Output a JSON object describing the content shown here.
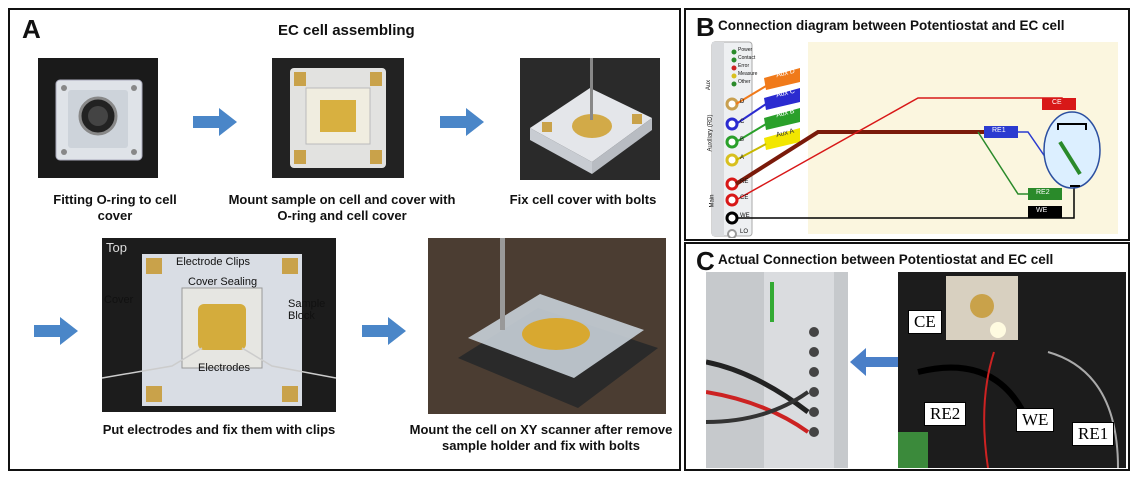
{
  "panel_a": {
    "letter": "A",
    "title": "EC cell assembling",
    "steps": [
      {
        "caption": "Fitting O-ring to cell cover"
      },
      {
        "caption": "Mount sample on cell and cover with O-ring and cell cover"
      },
      {
        "caption": "Fix cell cover with bolts"
      },
      {
        "caption": "Put electrodes and fix them with clips"
      },
      {
        "caption": "Mount the cell on XY scanner after remove sample holder and fix with bolts"
      }
    ],
    "annotations": {
      "top": "Top",
      "electrode_clips": "Electrode Clips",
      "cover_sealing": "Cover Sealing",
      "cover": "Cover",
      "sample_block": "Sample Block",
      "electrodes": "Electrodes"
    }
  },
  "panel_b": {
    "letter": "B",
    "title": "Connection diagram between Potentiostat and EC cell",
    "legend": [
      "Power",
      "Contact",
      "Error",
      "Measure",
      "Other"
    ],
    "sidebar_labels": [
      "Aux",
      "Auxiliary (RD)",
      "Main"
    ],
    "ports": [
      "D",
      "C",
      "B",
      "A",
      "RE",
      "CE",
      "WE",
      "LO"
    ],
    "aux_tags": [
      "Aux D",
      "Aux C",
      "Aux B",
      "Aux A"
    ],
    "cell_tags": [
      "CE",
      "RE1",
      "RE2",
      "WE"
    ],
    "colors": {
      "aux_d": "#f07a1a",
      "aux_c": "#2b2bd0",
      "aux_b": "#2aa02a",
      "aux_a": "#f2e600",
      "red": "#d81818",
      "dark_red": "#7a1a0a",
      "green": "#3a8a3a",
      "blue": "#2b3bd0",
      "black": "#000000",
      "cell": "#dcefff"
    }
  },
  "panel_c": {
    "letter": "C",
    "title": "Actual Connection between Potentiostat and EC cell",
    "labels": [
      "CE",
      "RE2",
      "WE",
      "RE1"
    ],
    "arrow_color": "#4a7fc8"
  }
}
